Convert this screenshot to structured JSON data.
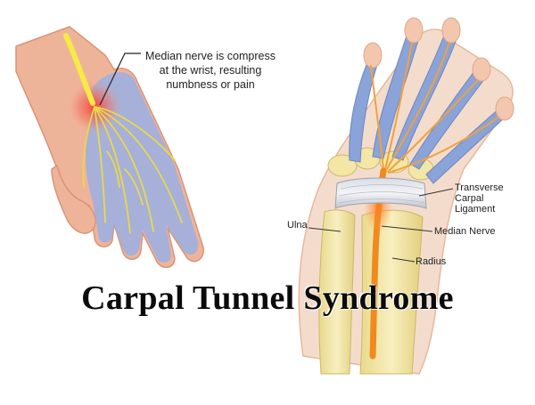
{
  "callout": {
    "lines": [
      "Median nerve is compress",
      "at the wrist, resulting",
      "numbness or pain"
    ]
  },
  "labels": {
    "ligament": [
      "Transverse Carpal",
      "Ligament"
    ],
    "ulna": "Ulna",
    "median_nerve": "Median Nerve",
    "radius": "Radius"
  },
  "title": "Carpal Tunnel Syndrome",
  "colors": {
    "skin": "#eeb49a",
    "nerve": "#e8d94a",
    "nerve_orange": "#f08a1e",
    "tendon_blue": "#8aa3d8",
    "bone": "#f1e6a8",
    "inflamed": "#e2342a"
  }
}
